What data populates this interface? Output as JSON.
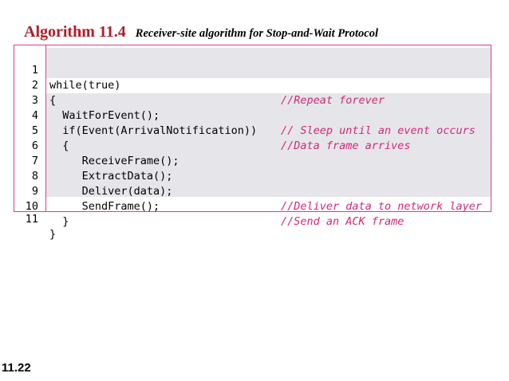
{
  "title": {
    "main": "Algorithm 11.4",
    "subtitle": "Receiver-site algorithm for Stop-and-Wait Protocol"
  },
  "code_lines": [
    {
      "num": "1",
      "code": "while(true)",
      "comment": "//Repeat forever"
    },
    {
      "num": "2",
      "code": "{",
      "comment": ""
    },
    {
      "num": "3",
      "code": "  WaitForEvent();",
      "comment": "// Sleep until an event occurs"
    },
    {
      "num": "4",
      "code": "  if(Event(ArrivalNotification))",
      "comment": "//Data frame arrives"
    },
    {
      "num": "5",
      "code": "  {",
      "comment": ""
    },
    {
      "num": "6",
      "code": "     ReceiveFrame();",
      "comment": ""
    },
    {
      "num": "7",
      "code": "     ExtractData();",
      "comment": ""
    },
    {
      "num": "8",
      "code": "     Deliver(data);",
      "comment": "//Deliver data to network layer"
    },
    {
      "num": "9",
      "code": "     SendFrame();",
      "comment": "//Send an ACK frame"
    },
    {
      "num": "10",
      "code": "  }",
      "comment": ""
    },
    {
      "num": "11",
      "code": "}",
      "comment": ""
    }
  ],
  "slide_number": "11.22",
  "colors": {
    "title": "#b01e28",
    "comment": "#d0287a",
    "border": "#e23a8c",
    "band": "#e6e6ea"
  }
}
